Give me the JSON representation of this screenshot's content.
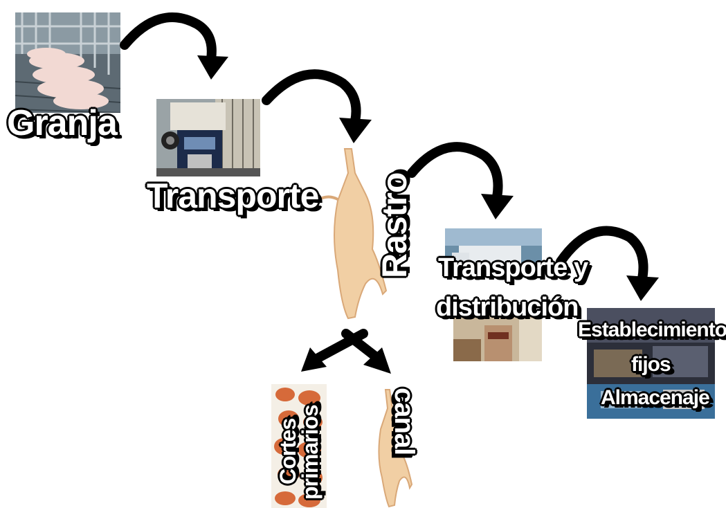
{
  "stages": {
    "granja": "Granja",
    "transporte": "Transporte",
    "rastro": "Rastro",
    "transporte_distribucion_line1": "Transporte y",
    "transporte_distribucion_line2": "distribución",
    "establecimientos_line1": "Establecimientos",
    "establecimientos_line2": "fijos",
    "establecimientos_line3": "Almacenaje",
    "cortes_line1": "Cortes",
    "cortes_line2": "primarios",
    "canal": "canal"
  },
  "icons": [
    "pig-farm-photo",
    "livestock-truck-photo",
    "pig-carcass-photo",
    "distribution-truck-photo",
    "store-photo",
    "meat-cuts-photo",
    "carcass-photo",
    "curved-arrow-icon"
  ],
  "colors": {
    "arrow": "#000000",
    "label_fill": "#ffffff",
    "label_outline": "#000000"
  }
}
